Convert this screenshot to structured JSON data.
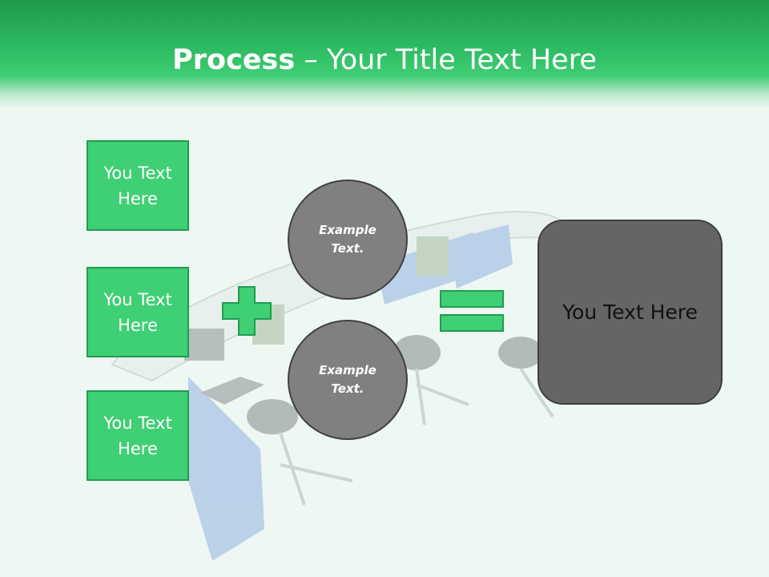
{
  "slide": {
    "title_bold": "Process",
    "title_rest": " – Your Title Text Here"
  },
  "boxes": [
    {
      "label": "You Text Here"
    },
    {
      "label": "You Text Here"
    },
    {
      "label": "You Text Here"
    }
  ],
  "circles": [
    {
      "label": "Example Text."
    },
    {
      "label": "Example Text."
    }
  ],
  "result": {
    "label": "You Text Here"
  },
  "icons": {
    "plus": "plus-icon",
    "equals": "equals-icon"
  },
  "colors": {
    "header_green": "#2dbb63",
    "box_fill": "#3fcf74",
    "box_border": "#1f9d4f",
    "circle_fill": "#808080",
    "result_fill": "#656565"
  }
}
